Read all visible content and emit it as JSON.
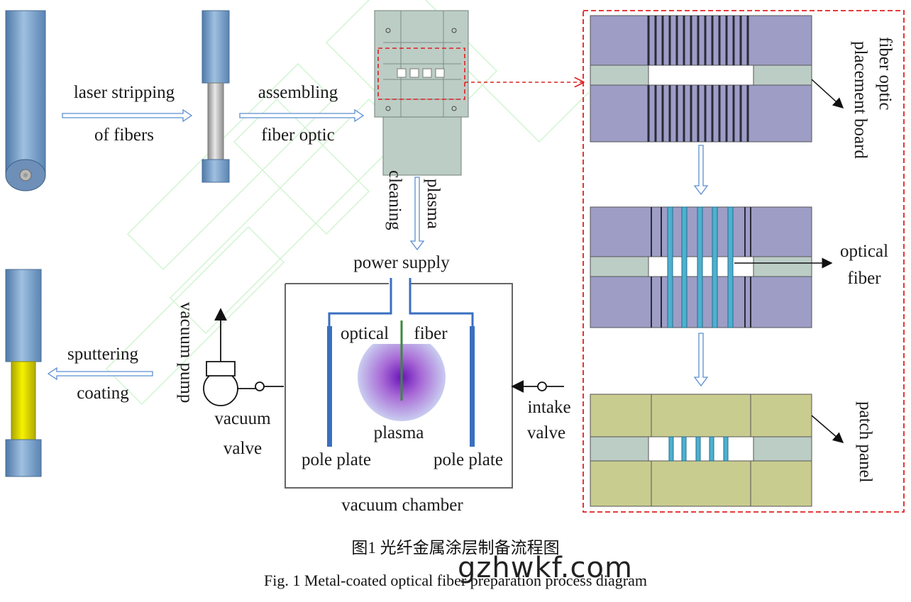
{
  "steps": {
    "laser_stripping": [
      "laser stripping",
      "of fibers"
    ],
    "assembling": [
      "assembling",
      "fiber optic"
    ],
    "plasma_cleaning": [
      "plasma",
      "cleaning"
    ],
    "sputtering": [
      "sputtering",
      "coating"
    ]
  },
  "chamber": {
    "power_supply": "power supply",
    "optical": "optical",
    "fiber": "fiber",
    "plasma": "plasma",
    "pole_plate_left": "pole plate",
    "pole_plate_right": "pole plate",
    "vacuum_chamber": "vacuum chamber",
    "vacuum_pump": "vacuum pump",
    "vacuum_valve": [
      "vacuum",
      "valve"
    ],
    "intake_valve": [
      "intake",
      "valve"
    ]
  },
  "detail": {
    "placement_board": [
      "fiber optic",
      "placement board"
    ],
    "optical_fiber": [
      "optical",
      "fiber"
    ],
    "patch_panel": "patch panel"
  },
  "caption": {
    "zh": "图1  光纤金属涂层制备流程图",
    "en": "Fig. 1 Metal-coated optical fiber preparation process diagram"
  },
  "watermark": "gzhwkf.com",
  "colors": {
    "fiber_blue": "#7fa3c9",
    "board_purple": "#9d9dc6",
    "board_green": "#bccdc6",
    "patch_yellow": "#c9cc8f",
    "coating_yellow": "#e4e000",
    "highlight_red": "#e02020",
    "arrow_blue": "#5b8fd0",
    "plasma_purple": "#7a2ac0"
  }
}
